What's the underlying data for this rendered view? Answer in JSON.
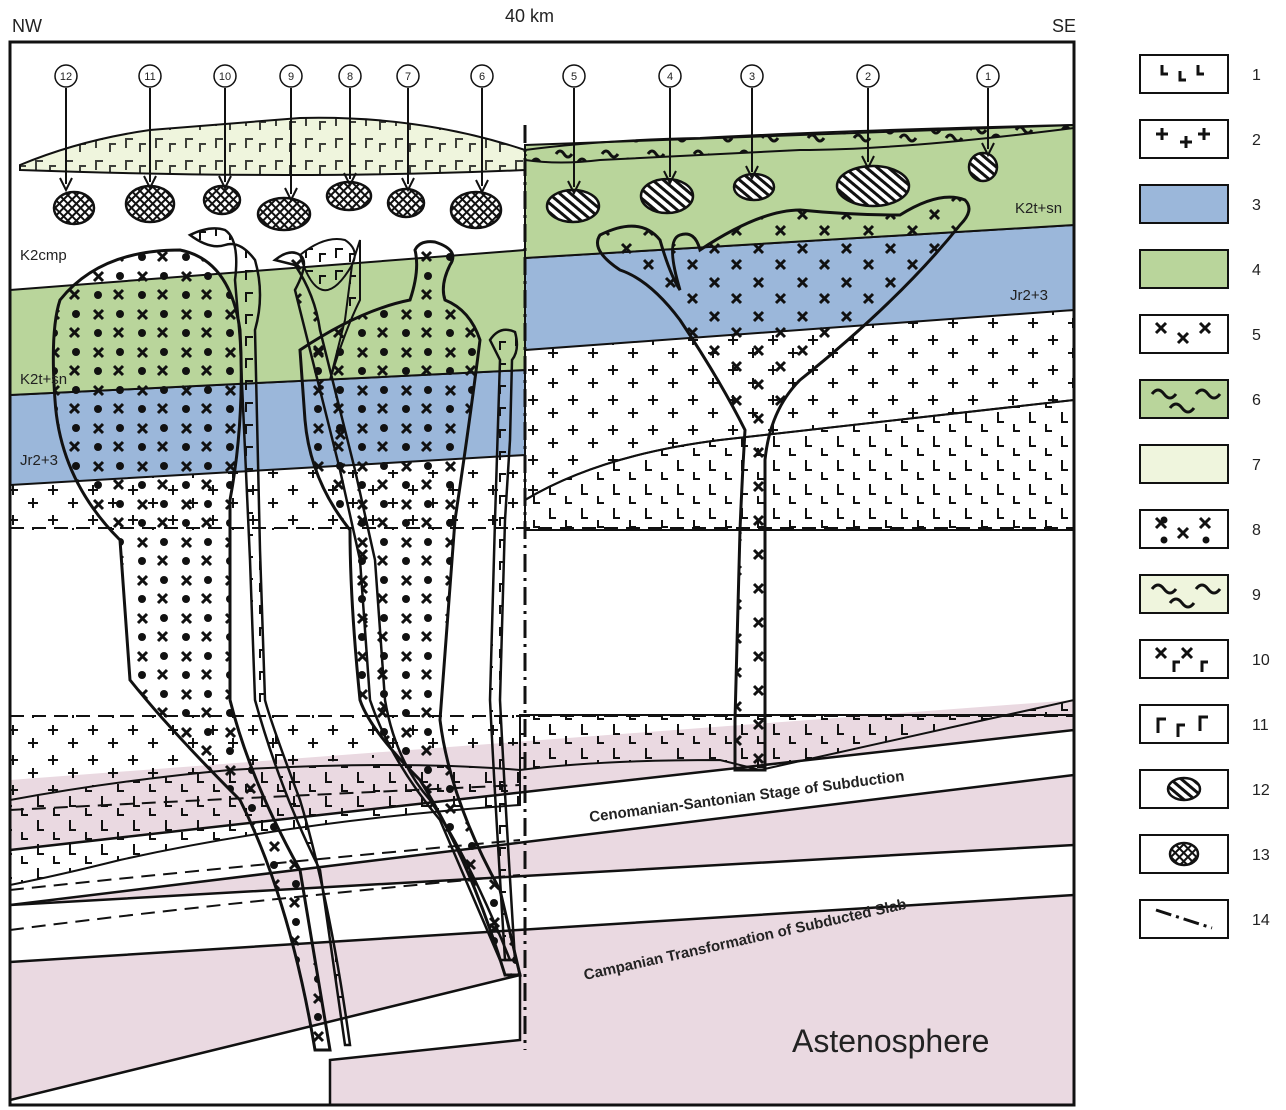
{
  "header": {
    "left": "NW",
    "center": "40 km",
    "right": "SE"
  },
  "site_numbers": [
    "12",
    "11",
    "10",
    "9",
    "8",
    "7",
    "6",
    "5",
    "4",
    "3",
    "2",
    "1"
  ],
  "strata_labels": {
    "k2cmp": "K2cmp",
    "k2tsn_left": "K2t+sn",
    "k2tsn_right": "K2t+sn",
    "jr_left": "Jr2+3",
    "jr_right": "Jr2+3"
  },
  "zone_labels": {
    "subduction": "Cenomanian-Santonian Stage of Subduction",
    "campanian": "Campanian Transformation of Subducted Slab",
    "astenosphere": "Astenosphere"
  },
  "legend": [
    {
      "num": "1",
      "pattern": "basalt-L",
      "fill": "#ffffff"
    },
    {
      "num": "2",
      "pattern": "plus",
      "fill": "#ffffff"
    },
    {
      "num": "3",
      "pattern": "solid",
      "fill": "#9bb7da"
    },
    {
      "num": "4",
      "pattern": "solid",
      "fill": "#b9d59b"
    },
    {
      "num": "5",
      "pattern": "cross",
      "fill": "#ffffff"
    },
    {
      "num": "6",
      "pattern": "tilde",
      "fill": "#b9d59b"
    },
    {
      "num": "7",
      "pattern": "solid",
      "fill": "#eff5dd"
    },
    {
      "num": "8",
      "pattern": "cross-dot",
      "fill": "#ffffff"
    },
    {
      "num": "9",
      "pattern": "tilde",
      "fill": "#eff5dd"
    },
    {
      "num": "10",
      "pattern": "cross-gamma",
      "fill": "#ffffff"
    },
    {
      "num": "11",
      "pattern": "gamma",
      "fill": "#ffffff"
    },
    {
      "num": "12",
      "pattern": "ore-hatched",
      "fill": "#ffffff"
    },
    {
      "num": "13",
      "pattern": "ore-crosshatched",
      "fill": "#ffffff"
    },
    {
      "num": "14",
      "pattern": "fault-line",
      "fill": "#ffffff"
    }
  ],
  "colors": {
    "blue": "#9bb7da",
    "green": "#b9d59b",
    "pale": "#eff5dd",
    "pink": "#ead9e1"
  }
}
